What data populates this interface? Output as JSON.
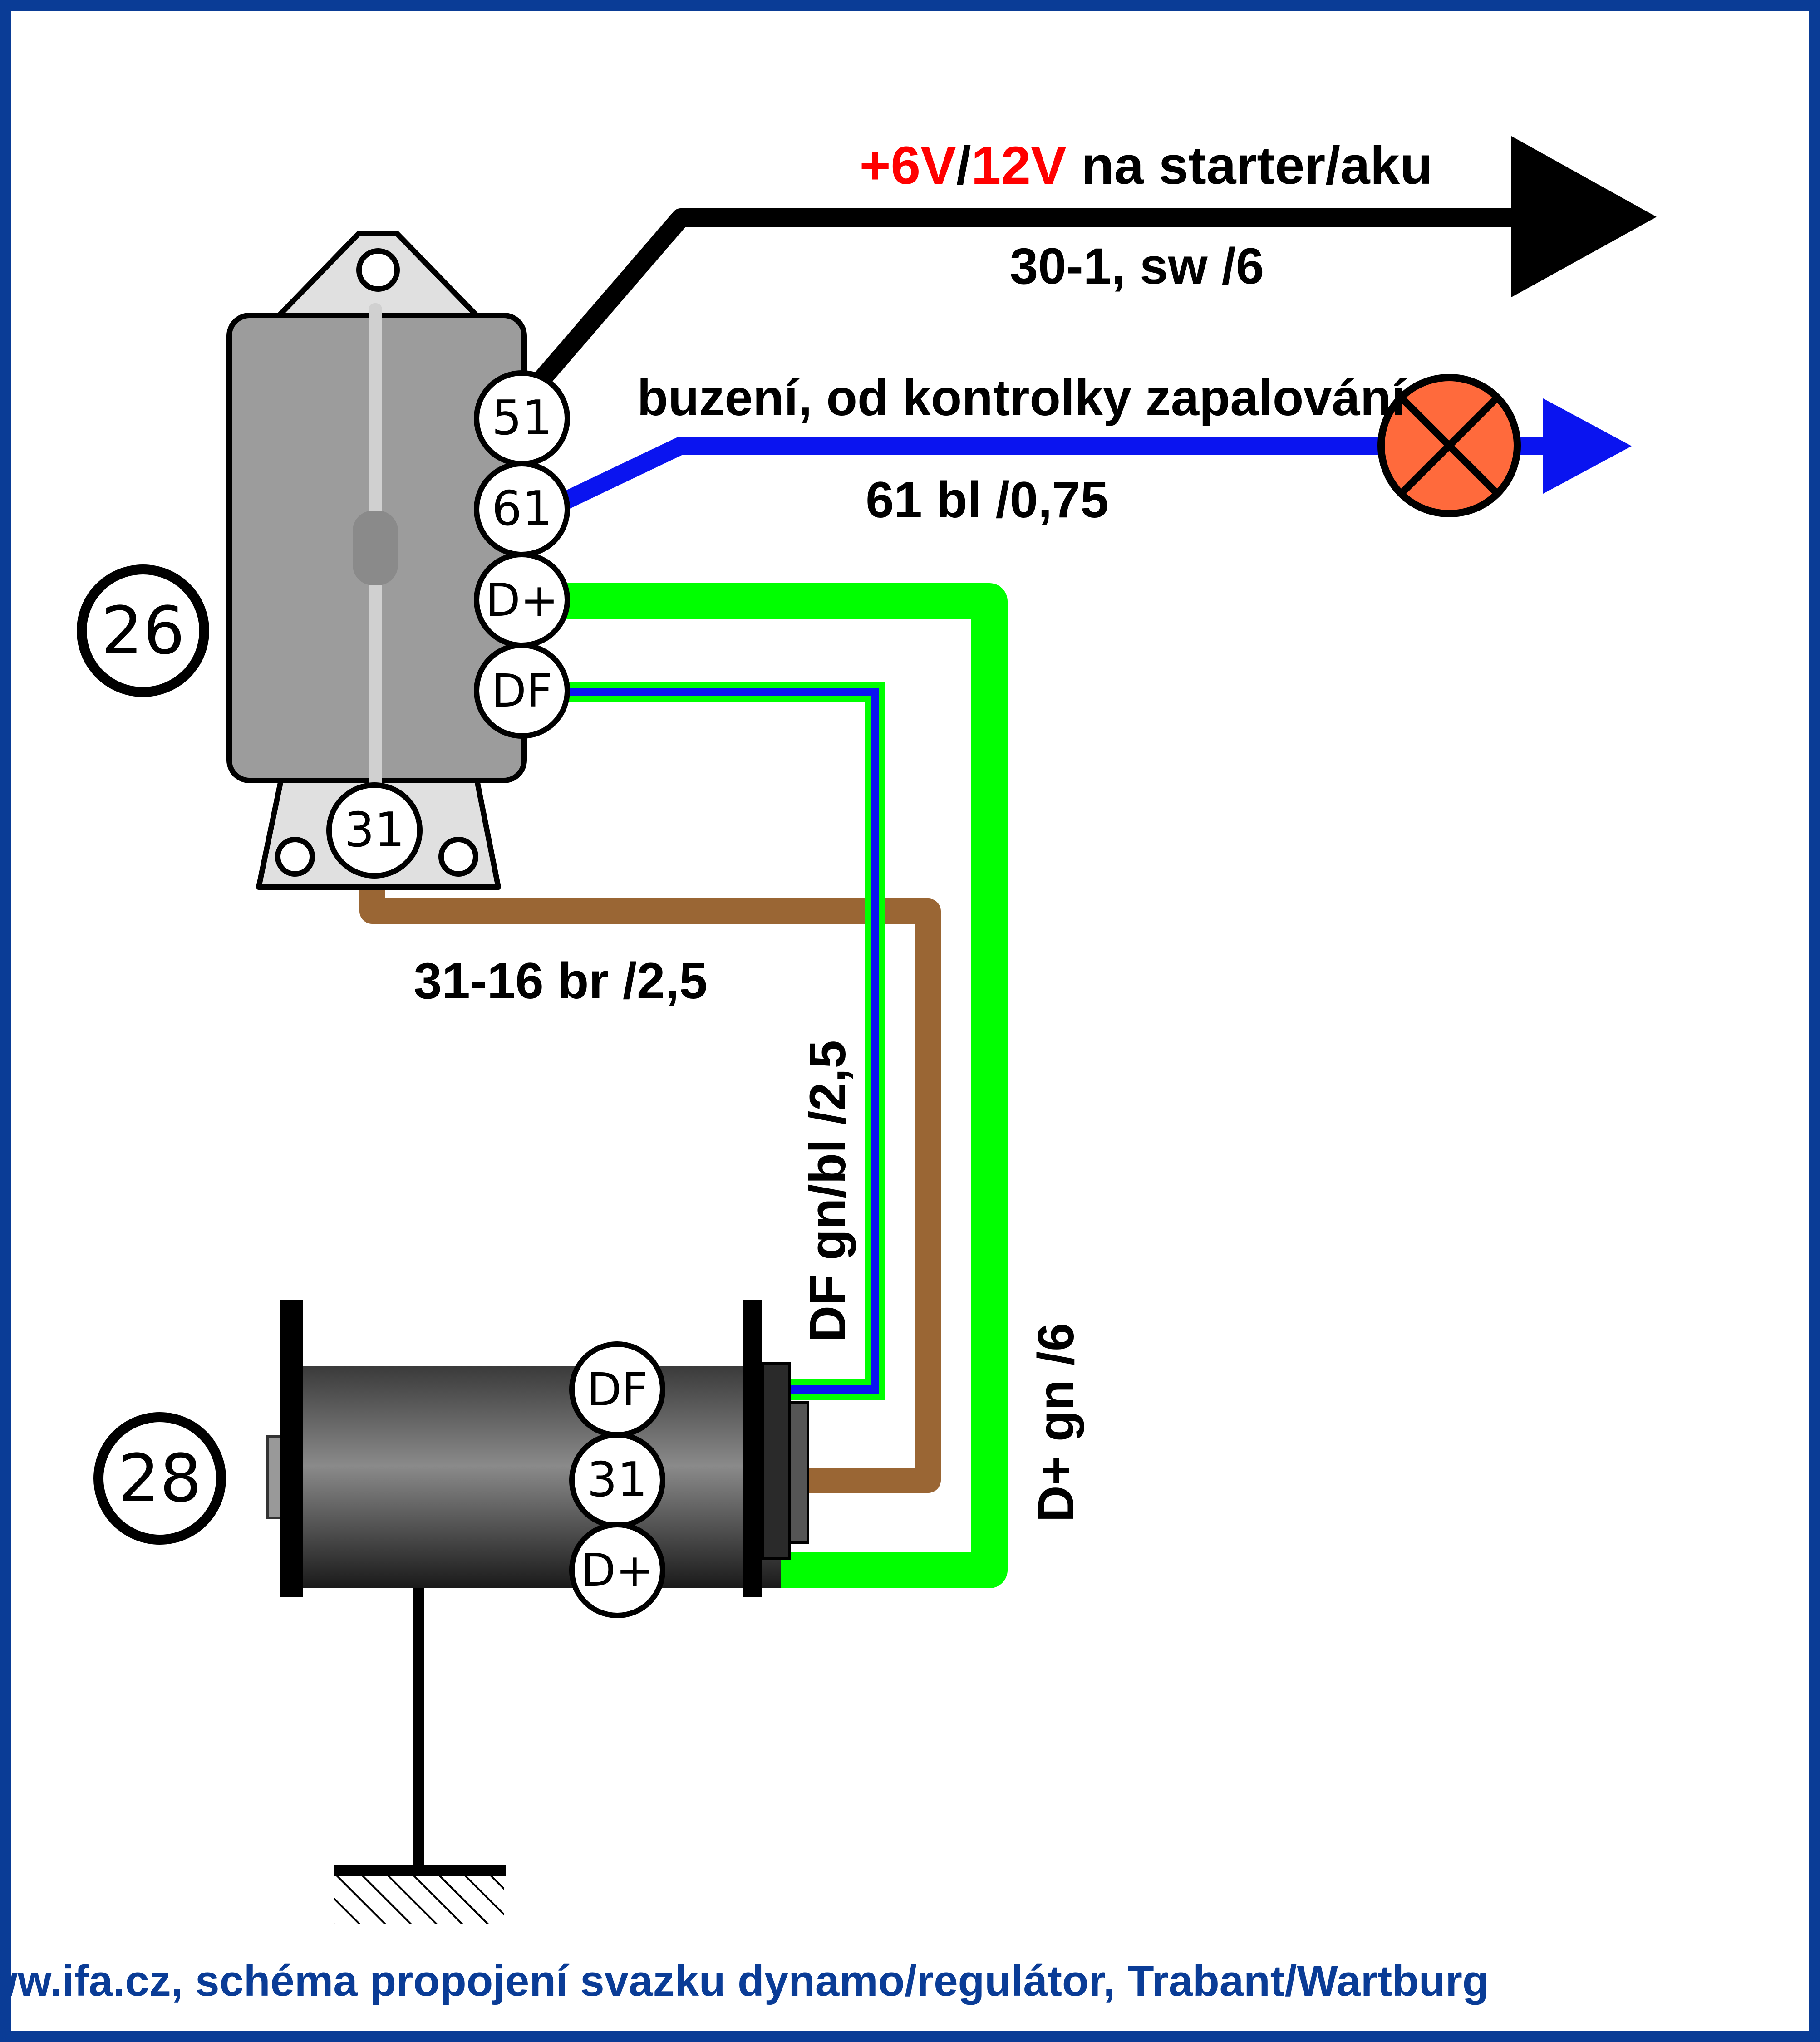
{
  "regulator": {
    "number": "26",
    "terminals": [
      "51",
      "61",
      "D+",
      "DF",
      "31"
    ]
  },
  "dynamo": {
    "number": "28",
    "terminals": [
      "DF",
      "31",
      "D+"
    ]
  },
  "wires": {
    "supply_voltage_6v": "+6V",
    "supply_sep": "/",
    "supply_voltage_12v": "12V",
    "supply_text": " na starter/aku",
    "supply_code": "30-1, sw /6",
    "excitation_text": "buzení, od kontrolky zapalování",
    "excitation_code": "61 bl /0,75",
    "ground_code": "31-16 br /2,5",
    "df_code": "DF gn/bl /2,5",
    "dplus_code": "D+ gn /6"
  },
  "footer": "www.ifa.cz, schéma propojení svazku dynamo/regulátor, Trabant/Wartburg",
  "colors": {
    "frame": "#0a3c96",
    "wire_supply": "#000000",
    "wire_excitation": "#0a14f0",
    "wire_dplus": "#00ff00",
    "wire_ground": "#9a6634",
    "lamp": "#ff6a3c",
    "voltage_red": "#ff0000",
    "regulator_body": "#9c9c9c",
    "footer_text": "#0a3c96"
  }
}
